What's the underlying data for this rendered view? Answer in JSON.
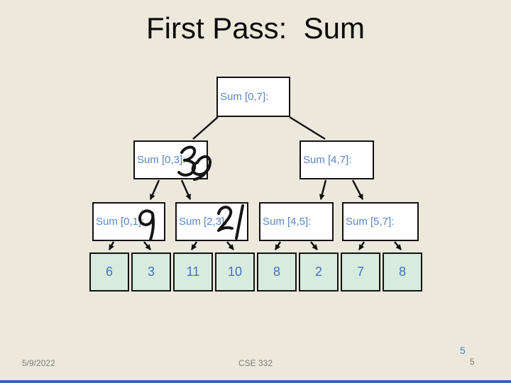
{
  "slide": {
    "title": "First Pass:  Sum",
    "footer": {
      "date": "5/9/2022",
      "course": "CSE 332",
      "slide_number_accent": "5",
      "slide_number": "5"
    },
    "colors": {
      "background": "#ECE9DC",
      "node_fill": "#FFFFFF",
      "node_border": "#111111",
      "node_text": "#5B85C4",
      "array_fill": "#D7ECDF",
      "array_text": "#4371BD",
      "footer_text": "#807F77",
      "accent_blue": "#4A7EBB",
      "bottom_bar": "#3A66AD",
      "handwriting_ink": "#151515"
    }
  },
  "tree": {
    "root": {
      "label": "Sum [0,7]:",
      "annotation": ""
    },
    "level2": [
      {
        "label": "Sum [0,3]:",
        "annotation": "30"
      },
      {
        "label": "Sum [4,7]:",
        "annotation": ""
      }
    ],
    "level3": [
      {
        "label": "Sum [0,1]:",
        "annotation": "9"
      },
      {
        "label": "Sum [2,3]:",
        "annotation": "21"
      },
      {
        "label": "Sum [4,5]:",
        "annotation": ""
      },
      {
        "label": "Sum [5,7]:",
        "annotation": ""
      }
    ]
  },
  "array": {
    "values": [
      "6",
      "3",
      "11",
      "10",
      "8",
      "2",
      "7",
      "8"
    ]
  }
}
